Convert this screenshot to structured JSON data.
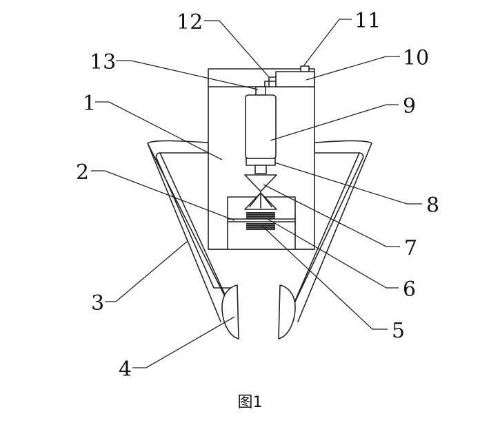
{
  "figure": {
    "caption": "图1",
    "labels": {
      "l1": "1",
      "l2": "2",
      "l3": "3",
      "l4": "4",
      "l5": "5",
      "l6": "6",
      "l7": "7",
      "l8": "8",
      "l9": "9",
      "l10": "10",
      "l11": "11",
      "l12": "12",
      "l13": "13"
    }
  }
}
